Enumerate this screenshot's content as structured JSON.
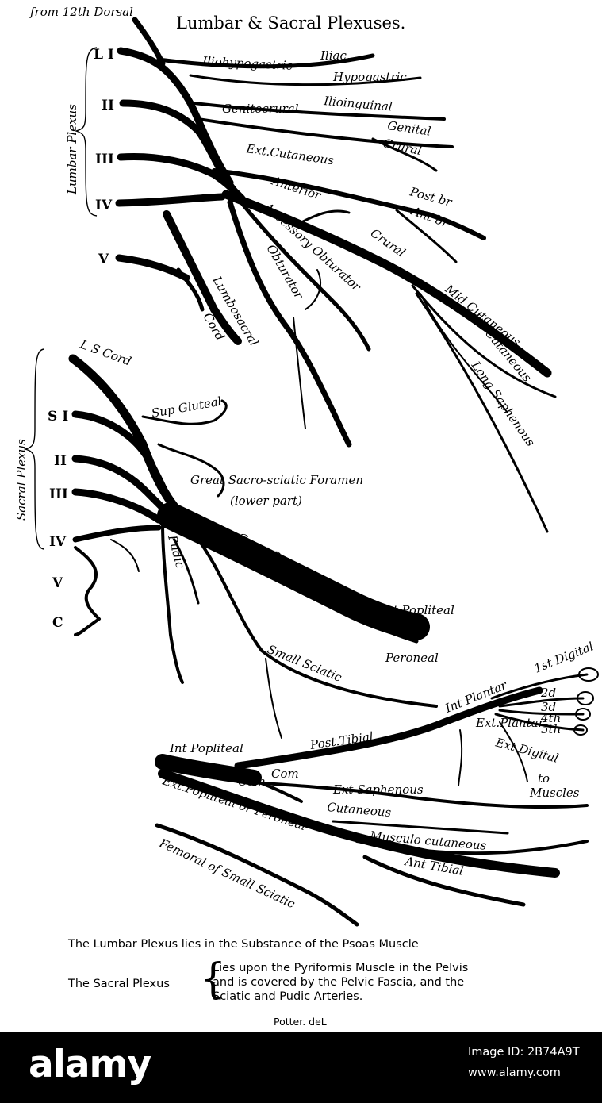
{
  "title": "Lumbar & Sacral Plexuses.",
  "origin_label": "from 12th Dorsal",
  "lumbar": {
    "brace_label": "Lumbar Plexus",
    "roots": [
      "L I",
      "II",
      "III",
      "IV",
      "V"
    ],
    "labels": {
      "iliohypogastric": "Iliohypogastric",
      "iliac": "Iliac.",
      "hypogastric": "Hypogastric",
      "genitocrural": "Genitocrural",
      "ilioinguinal": "Ilioinguinal",
      "genital": "Genital",
      "crural_upper": "Crural",
      "ext_cutaneous": "Ext.Cutaneous",
      "anterior": "Anterior",
      "post_br": "Post br",
      "ant_br": "Ant br",
      "accessory_obturator": "Accessory Obturator",
      "crural": "Crural",
      "obturator": "Obturator",
      "lumbosacral": "Lumbosacral",
      "cord": "Cord",
      "mid_cutaneous": "Mid Cutaneous",
      "int_cutaneous": "Int Cutaneous",
      "long_saphenous": "Long Saphenous"
    }
  },
  "sacral": {
    "brace_label": "Sacral Plexus",
    "roots": [
      "S I",
      "II",
      "III",
      "IV",
      "V",
      "C"
    ],
    "labels": {
      "ls_cord": "L S Cord",
      "sup_gluteal": "Sup Gluteal",
      "great_sacro_sciatic": "Great Sacro-sciatic Foramen",
      "lower_part": "(lower part)",
      "pudic": "Pudic",
      "great_sciatic": "Great Sciatic",
      "int_popliteal": "Int Popliteal",
      "peroneal": "Peroneal",
      "small_sciatic": "Small Sciatic"
    }
  },
  "leg": {
    "labels": {
      "int_popliteal": "Int Popliteal",
      "post_tibial": "Post.Tibial",
      "int_plantar": "Int Plantar",
      "first_digital": "1st Digital",
      "ext_plantar": "Ext.Plantar",
      "d2": "2d",
      "d3": "3d",
      "d4": "4th",
      "d5": "5th",
      "ext_digital": "Ext.Digital",
      "to": "to",
      "muscles": "Muscles",
      "com1": "Com",
      "com2": "Com",
      "ext_saphenous": "Ext Saphenous",
      "ext_popliteal": "Ext.Popliteal or Peroneal",
      "cutaneous": "Cutaneous",
      "musculo_cutaneous": "Musculo cutaneous",
      "ant_tibial": "Ant Tibial",
      "femoral_small_sciatic": "Femoral of Small Sciatic"
    }
  },
  "caption": {
    "lumbar_line": "The Lumbar Plexus lies in the Substance of the Psoas Muscle",
    "sacral_label": "The Sacral Plexus",
    "sacral_lines": [
      "Lies upon the Pyriformis Muscle in the Pelvis",
      "and is covered by the Pelvic Fascia, and the",
      "Sciatic and Pudic Arteries."
    ],
    "credit": "Potter. deL"
  },
  "footer": {
    "brand": "alamy",
    "image_id": "Image ID: 2B74A9T",
    "site": "www.alamy.com"
  }
}
